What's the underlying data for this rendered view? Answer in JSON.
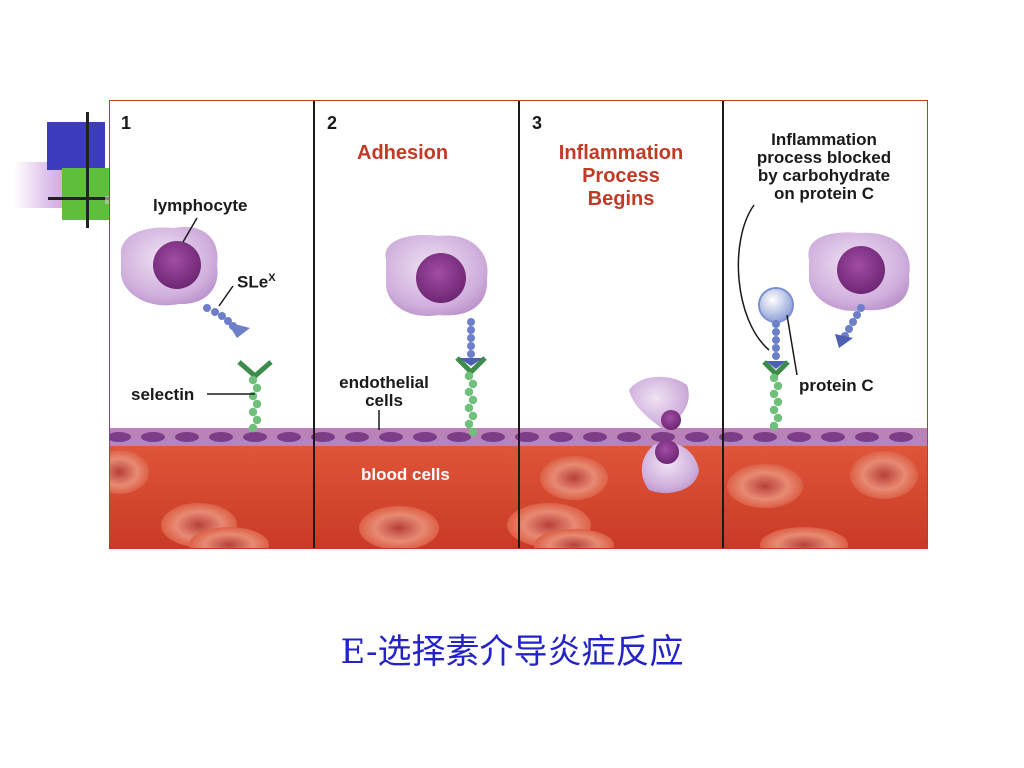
{
  "figure": {
    "panels": [
      {
        "number": "1"
      },
      {
        "number": "2",
        "heading": "Adhesion"
      },
      {
        "number": "3",
        "heading_lines": [
          "Inflammation",
          "Process",
          "Begins"
        ]
      },
      {
        "heading_lines": [
          "Inflammation",
          "process blocked",
          "by carbohydrate",
          "on protein C"
        ]
      }
    ],
    "labels": {
      "lymphocyte": "lymphocyte",
      "slex": "SLe",
      "slex_sup": "X",
      "selectin": "selectin",
      "endothelial_line1": "endothelial",
      "endothelial_line2": "cells",
      "blood_cells": "blood cells",
      "protein_c": "protein C"
    },
    "colors": {
      "heading_red": "#c23a26",
      "cell_purple": "#c9a7d6",
      "nucleus": "#7d2f80",
      "selectin_green": "#6fc07a",
      "slex_blue": "#6d7fc8",
      "endothelium": "#b77fb8",
      "blood_red": "#d8482f"
    }
  },
  "caption": "E-选择素介导炎症反应"
}
